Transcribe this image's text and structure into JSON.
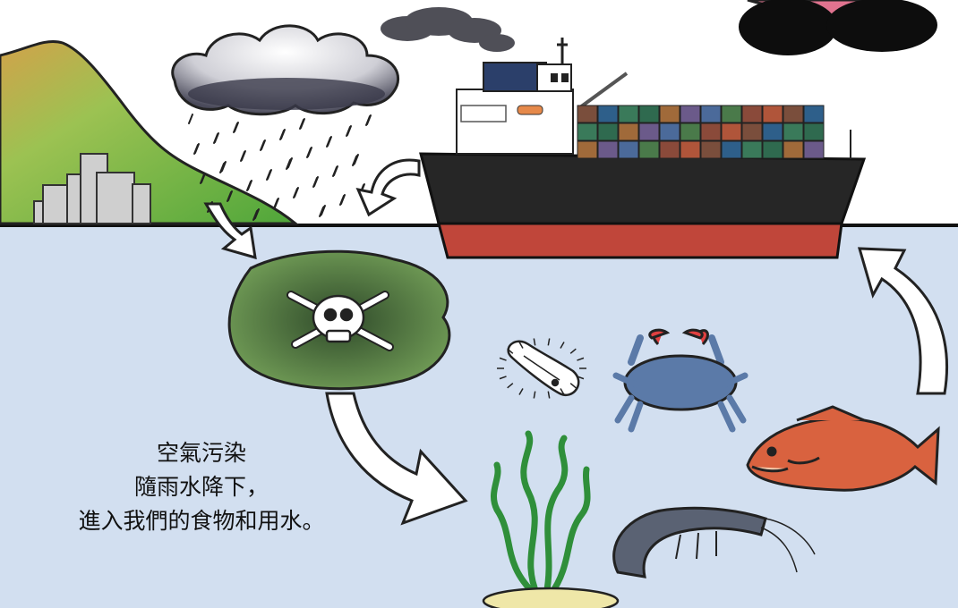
{
  "caption": {
    "line1": "空氣污染",
    "line2": "隨雨水降下，",
    "line3": "進入我們的食物和用水。"
  },
  "colors": {
    "sea": "#d2dff0",
    "hull_red": "#c0463a",
    "hull_black": "#262626",
    "hill_green": "#6fbe4e",
    "pollution_green": "#5f8a4a",
    "crab_blue": "#5b7aa8",
    "fish_red": "#d9623f",
    "seaweed_green": "#2f8f3a"
  }
}
